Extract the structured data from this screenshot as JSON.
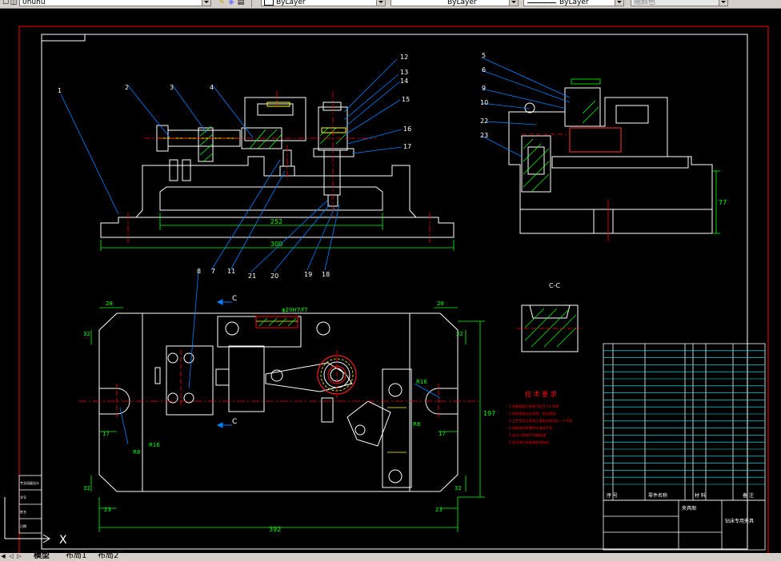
{
  "toolbar": {
    "layer_name": "0huhu",
    "color_value": "ByLayer",
    "linetype_value": "ByLayer",
    "lineweight_value": "ByLayer",
    "plotstyle_value": "随颜色"
  },
  "tabs": [
    "模型",
    "布局1",
    "布局2"
  ],
  "ucs": {
    "x_label": "X"
  },
  "drawing": {
    "balloons_front": [
      "1",
      "2",
      "3",
      "4",
      "8",
      "7",
      "11",
      "21",
      "20",
      "19",
      "18",
      "12",
      "13",
      "14",
      "15",
      "16",
      "17"
    ],
    "balloons_side": [
      "5",
      "6",
      "9",
      "10",
      "22",
      "23"
    ],
    "dims_front": [
      "252",
      "300"
    ],
    "dims_side": [
      "77"
    ],
    "dims_plan": [
      "28",
      "28",
      "32",
      "32",
      "17",
      "17",
      "32",
      "32",
      "23",
      "23",
      "392",
      "197",
      "R16",
      "R16",
      "R8",
      "R8"
    ],
    "section_label": "C-C",
    "view_markers": [
      "C",
      "C"
    ],
    "tolerance_note": "φ20H7/f7",
    "tech_title": "技 术 要 求",
    "tech_lines": [
      "1.夹具装配后夹紧力应大于1.5kN",
      "2.夹具表面应去毛刺、锐边倒钝",
      "3.工件定位后其加工表面应保证在一个平面",
      "4.装配前所有零件应清洗干净",
      "5.未注公差按IT12级制造",
      "6.定位销与夹具体配合良好"
    ],
    "title_block": {
      "designer_label": "夹具图",
      "name": "钻床专用夹具",
      "header_cols": [
        "序 号",
        "零件名称",
        "材 料",
        "备 注"
      ]
    },
    "left_stamp": [
      "专业班级设计",
      "学号",
      "姓名",
      "日期"
    ]
  },
  "colors": {
    "background": "#000000",
    "border_red": "#ff0000",
    "object_white": "#ffffff",
    "dim_green": "#00ff00",
    "leader_blue": "#0080ff",
    "hatch_yellow": "#ffff00",
    "center_red": "#ff0000",
    "table_cyan": "#00ffff"
  }
}
